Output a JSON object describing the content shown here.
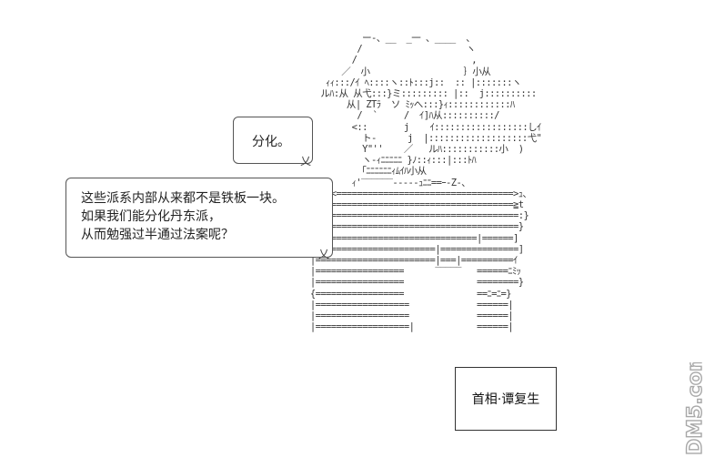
{
  "bubble_small": {
    "text": "分化。"
  },
  "bubble_large": {
    "lines": [
      "这些派系内部从来都不是铁板一块。",
      "如果我们能分化丹东派，",
      "从而勉强过半通过法案呢？"
    ]
  },
  "plate": {
    "text": "首相·谭复生"
  },
  "watermark": {
    "text": "DM5.com"
  },
  "colors": {
    "ink": "#222222",
    "watermark": "#b0b0b0"
  }
}
